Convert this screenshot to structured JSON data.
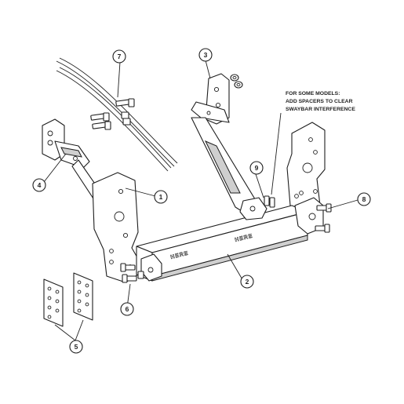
{
  "diagram": {
    "note": {
      "lines": [
        "FOR SOME MODELS:",
        "ADD SPACERS TO CLEAR",
        "SWAYBAR INTERFERENCE"
      ]
    },
    "beam_stamp": "HERE",
    "callouts": [
      {
        "id": "1",
        "label": "1"
      },
      {
        "id": "2",
        "label": "2"
      },
      {
        "id": "3",
        "label": "3"
      },
      {
        "id": "4",
        "label": "4"
      },
      {
        "id": "5",
        "label": "5"
      },
      {
        "id": "6",
        "label": "6"
      },
      {
        "id": "7",
        "label": "7"
      },
      {
        "id": "8",
        "label": "8"
      },
      {
        "id": "9",
        "label": "9"
      }
    ]
  }
}
